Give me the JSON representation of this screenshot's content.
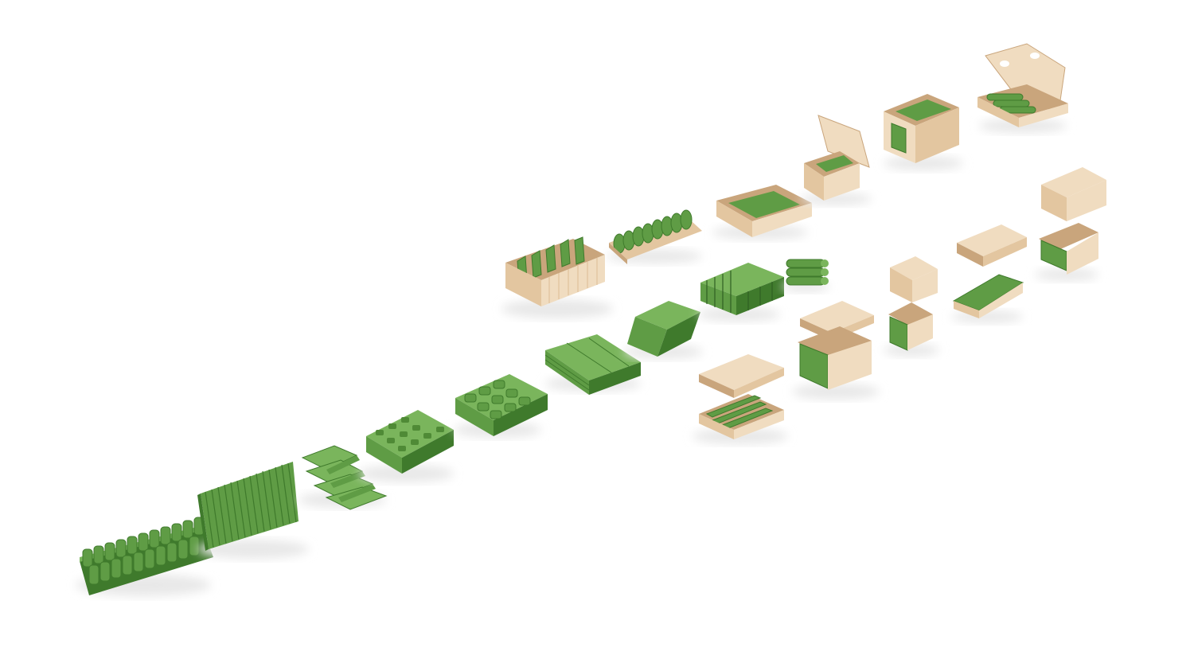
{
  "scene": {
    "kind": "packaging-arrangement-illustration",
    "background": "#ffffff"
  },
  "colors": {
    "green_light": "#7ab55c",
    "green_mid": "#5f9c45",
    "green_dark": "#3f7a2c",
    "green_shadow": "#2f5f22",
    "cardboard_light": "#f0dcc0",
    "cardboard_mid": "#e3c6a0",
    "cardboard_dark": "#c9a57c",
    "cardboard_shadow": "#a88660",
    "floor_shadow": "#e6e6e6"
  },
  "groups": [
    {
      "name": "loose-parts-rows",
      "items": 6
    },
    {
      "name": "open-cardboard-boxes",
      "items": 7
    },
    {
      "name": "boxed-parts-with-lids",
      "items": 6
    }
  ]
}
